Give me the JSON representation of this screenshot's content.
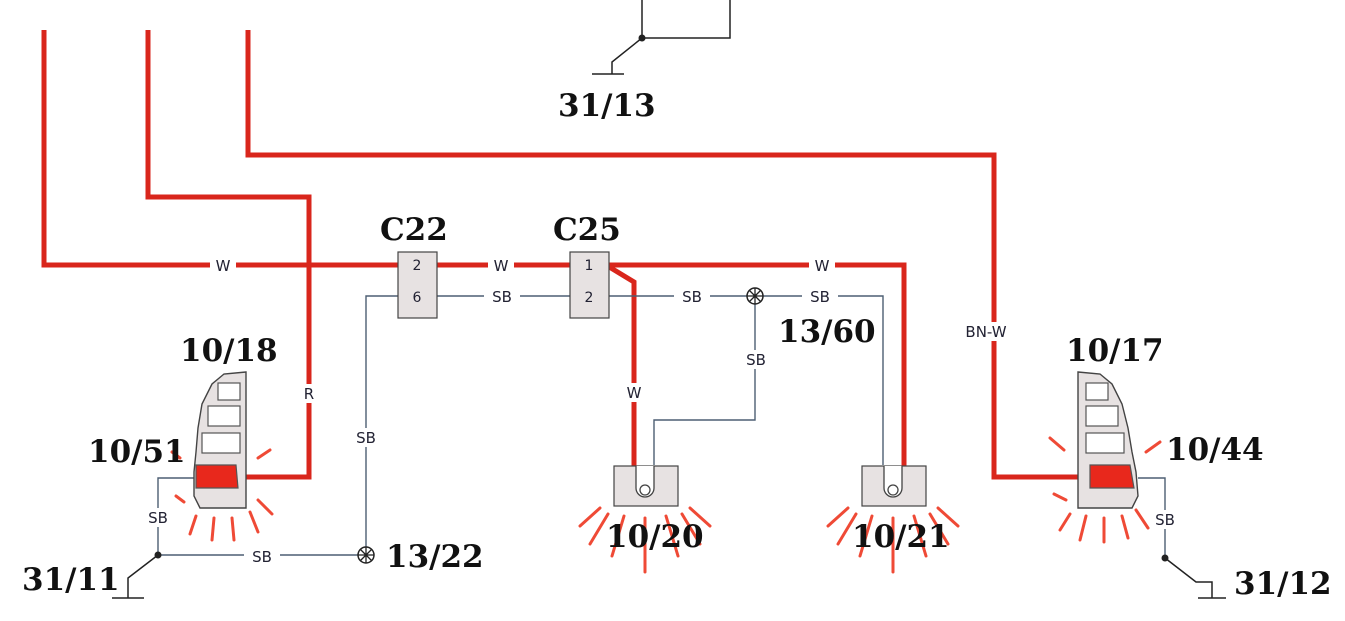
{
  "components": {
    "c22": {
      "label": "C22",
      "pins": [
        "2",
        "6"
      ]
    },
    "c25": {
      "label": "C25",
      "pins": [
        "1",
        "2"
      ]
    },
    "left_lamp": "10/18",
    "left_bulb": "10/51",
    "right_lamp": "10/17",
    "right_bulb": "10/44",
    "lamp_left_plate": "10/20",
    "lamp_right_plate": "10/21",
    "splice_upper": "13/60",
    "splice_lower": "13/22"
  },
  "grounds": {
    "top": "31/13",
    "left": "31/11",
    "right": "31/12"
  },
  "wire_labels": {
    "w1": "W",
    "w2": "W",
    "w3": "W",
    "w4": "W",
    "r": "R",
    "bn_w": "BN-W",
    "sb1": "SB",
    "sb2": "SB",
    "sb3": "SB",
    "sb4": "SB",
    "sb5": "SB",
    "sb6": "SB",
    "sb7": "SB"
  },
  "colors": {
    "wire_red": "#d9261c",
    "wire_thin": "#4d5f73",
    "lamp_red": "#e8281c",
    "ray": "#ef4a36"
  }
}
